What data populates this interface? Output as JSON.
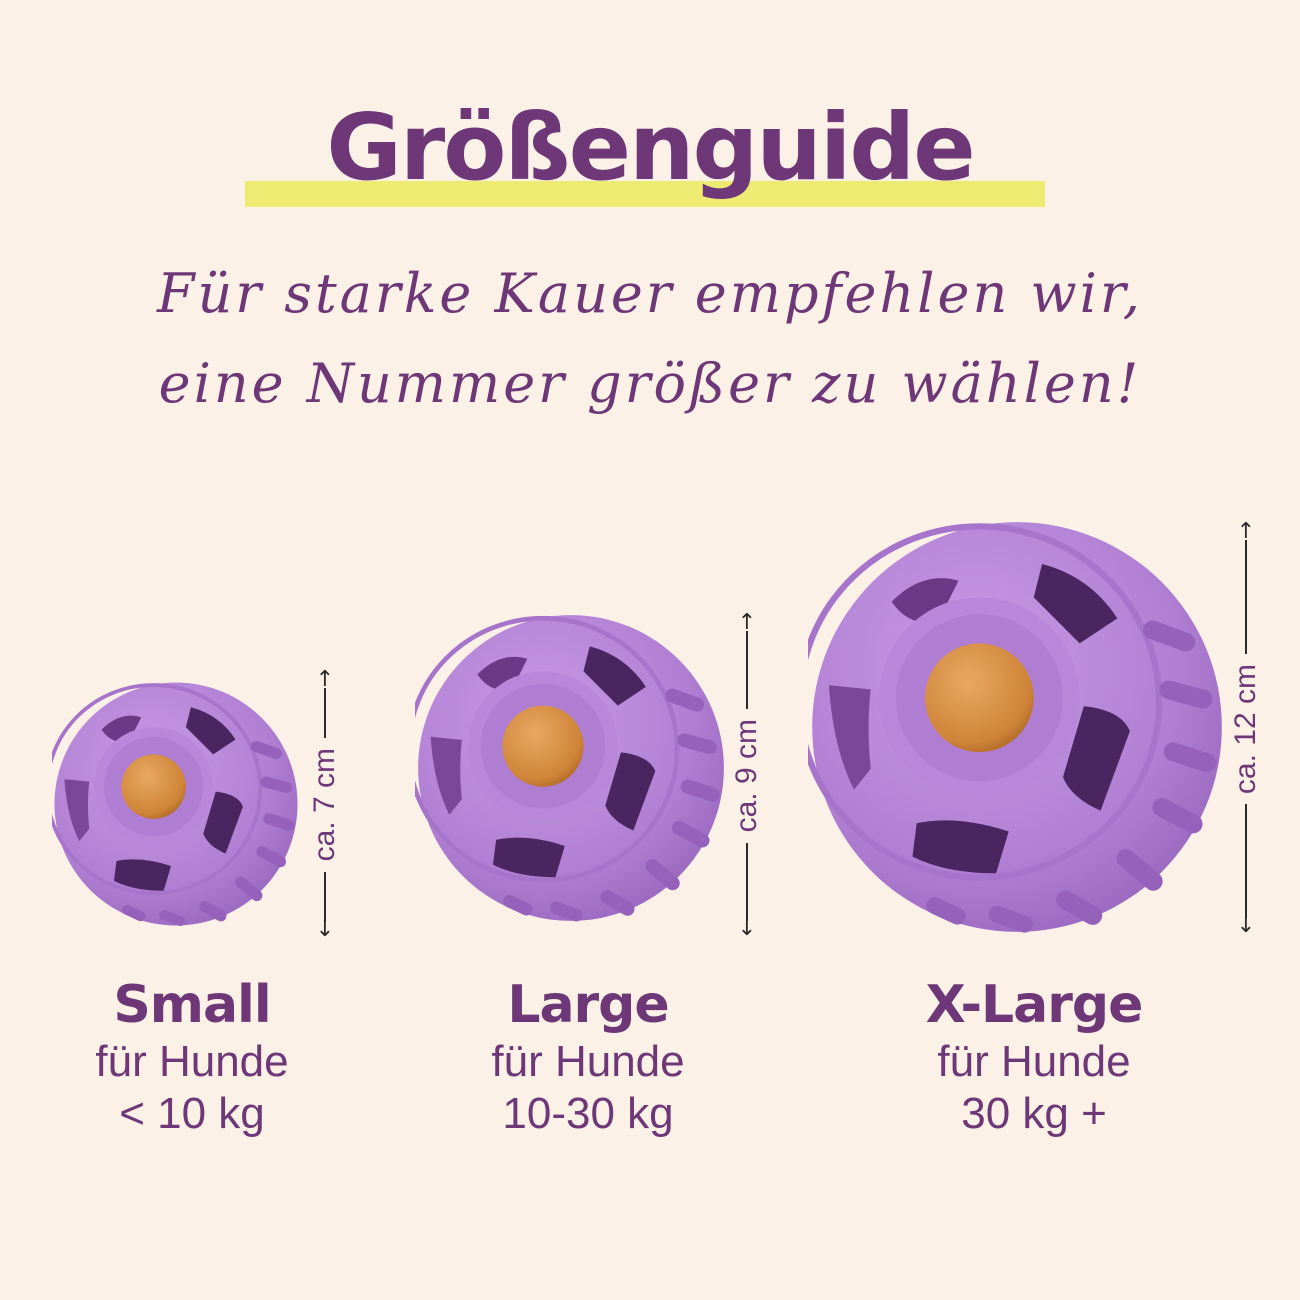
{
  "header": {
    "title": "Größenguide",
    "subtitle_line1": "Für starke Kauer empfehlen wir,",
    "subtitle_line2": "eine Nummer größer zu wählen!"
  },
  "colors": {
    "background": "#fcf1e6",
    "text_purple": "#6e3878",
    "highlight_yellow": "#eeeb72",
    "ball_lavender": "#b584d8",
    "treat_orange": "#d58a40"
  },
  "sizes": [
    {
      "name": "Small",
      "desc": "für Hunde",
      "weight": "< 10 kg",
      "dimension": "ca. 7 cm",
      "icon": "puzzle-ball-image"
    },
    {
      "name": "Large",
      "desc": "für Hunde",
      "weight": "10-30 kg",
      "dimension": "ca. 9 cm",
      "icon": "puzzle-ball-image"
    },
    {
      "name": "X-Large",
      "desc": "für Hunde",
      "weight": "30 kg +",
      "dimension": "ca. 12 cm",
      "icon": "puzzle-ball-image"
    }
  ]
}
